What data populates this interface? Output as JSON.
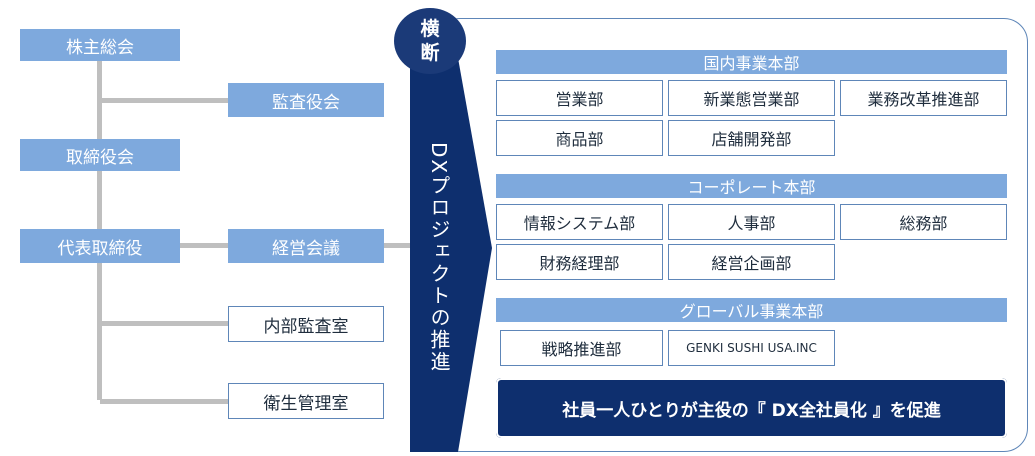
{
  "governance": {
    "shareholders_meeting": "株主総会",
    "audit_board": "監査役会",
    "board_of_directors": "取締役会",
    "representative_director": "代表取締役",
    "management_meeting": "経営会議",
    "internal_audit_office": "内部監査室",
    "hygiene_management_office": "衛生管理室"
  },
  "cross_project": {
    "badge_line1": "横",
    "badge_line2": "断",
    "title": "DXプロジェクトの推進"
  },
  "divisions": {
    "domestic": {
      "header": "国内事業本部",
      "depts": [
        "営業部",
        "新業態営業部",
        "業務改革推進部",
        "商品部",
        "店舗開発部"
      ]
    },
    "corporate": {
      "header": "コーポレート本部",
      "depts": [
        "情報システム部",
        "人事部",
        "総務部",
        "財務経理部",
        "経営企画部"
      ]
    },
    "global": {
      "header": "グローバル事業本部",
      "depts": [
        "戦略推進部",
        "GENKI SUSHI USA.INC"
      ]
    }
  },
  "slogan": "社員一人ひとりが主役の『 DX全社員化 』を促進",
  "colors": {
    "box_fill": "#7ea9dd",
    "outline": "#5e86b8",
    "dark_navy": "#1b3a78",
    "band": "#0e2f6e",
    "connector": "#bfbfbf"
  }
}
